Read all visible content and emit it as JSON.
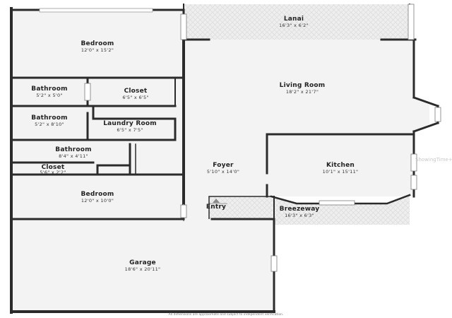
{
  "rooms": {
    "bedroom_1": {
      "name": "Bedroom",
      "dims": "12'0\" x 15'2\""
    },
    "bathroom_1": {
      "name": "Bathroom",
      "dims": "5'2\" x 5'0\""
    },
    "closet_1": {
      "name": "Closet",
      "dims": "6'5\" x 6'5\""
    },
    "bathroom_2": {
      "name": "Bathroom",
      "dims": "5'2\" x 8'10\""
    },
    "laundry": {
      "name": "Laundry Room",
      "dims": "6'5\" x 7'5\""
    },
    "bathroom_3": {
      "name": "Bathroom",
      "dims": "8'4\" x 4'11\""
    },
    "closet_2": {
      "name": "Closet",
      "dims": "5'6\" x 2'2\""
    },
    "bedroom_2": {
      "name": "Bedroom",
      "dims": "12'0\" x 10'0\""
    },
    "garage": {
      "name": "Garage",
      "dims": "18'6\" x 20'11\""
    },
    "lanai": {
      "name": "Lanai",
      "dims": "16'3\" x 6'2\""
    },
    "living": {
      "name": "Living Room",
      "dims": "18'2\" x 21'7\""
    },
    "foyer": {
      "name": "Foyer",
      "dims": "5'10\" x 14'0\""
    },
    "kitchen": {
      "name": "Kitchen",
      "dims": "10'1\" x 15'11\""
    },
    "breezeway": {
      "name": "Breezeway",
      "dims": "16'3\" x 6'3\""
    },
    "entry": {
      "name": "Entry"
    }
  },
  "footer_note": "All dimensions are approximate and subject to independent verification.",
  "watermark": "ShowingTime+",
  "colors": {
    "wall": "#2b2b2b",
    "floor": "#f3f3f3",
    "patio": "#ececec",
    "patio_line": "#d6d6d6",
    "window": "#bdbdbd"
  }
}
